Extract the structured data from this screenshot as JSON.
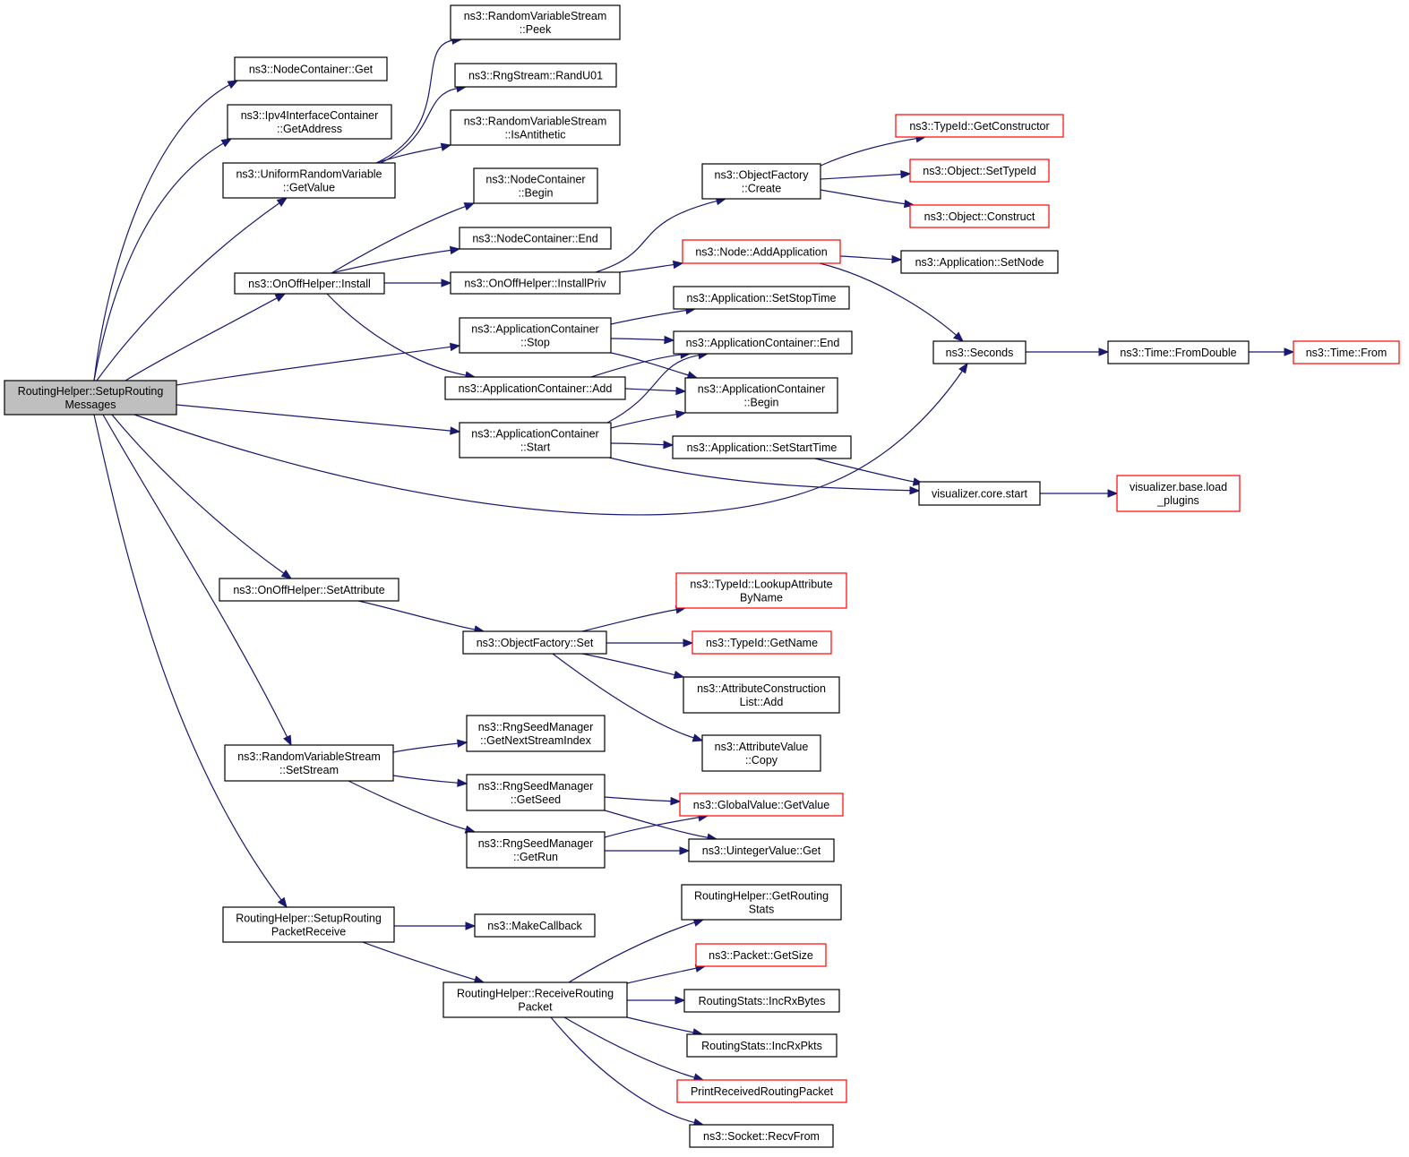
{
  "nodes": [
    {
      "id": "root",
      "lines": [
        "RoutingHelper::SetupRouting",
        "Messages"
      ],
      "style": "root"
    },
    {
      "id": "ncGet",
      "lines": [
        "ns3::NodeContainer::Get"
      ]
    },
    {
      "id": "ipv4GetAddress",
      "lines": [
        "ns3::Ipv4InterfaceContainer",
        "::GetAddress"
      ]
    },
    {
      "id": "uniformGetValue",
      "lines": [
        "ns3::UniformRandomVariable",
        "::GetValue"
      ]
    },
    {
      "id": "onoffInstall",
      "lines": [
        "ns3::OnOffHelper::Install"
      ]
    },
    {
      "id": "rvsPeek",
      "lines": [
        "ns3::RandomVariableStream",
        "::Peek"
      ]
    },
    {
      "id": "randU01",
      "lines": [
        "ns3::RngStream::RandU01"
      ]
    },
    {
      "id": "isAntithetic",
      "lines": [
        "ns3::RandomVariableStream",
        "::IsAntithetic"
      ]
    },
    {
      "id": "ncBegin",
      "lines": [
        "ns3::NodeContainer",
        "::Begin"
      ]
    },
    {
      "id": "ncEnd",
      "lines": [
        "ns3::NodeContainer::End"
      ]
    },
    {
      "id": "installPriv",
      "lines": [
        "ns3::OnOffHelper::InstallPriv"
      ]
    },
    {
      "id": "acStop",
      "lines": [
        "ns3::ApplicationContainer",
        "::Stop"
      ]
    },
    {
      "id": "acAdd",
      "lines": [
        "ns3::ApplicationContainer::Add"
      ]
    },
    {
      "id": "acStart",
      "lines": [
        "ns3::ApplicationContainer",
        "::Start"
      ]
    },
    {
      "id": "ofCreate",
      "lines": [
        "ns3::ObjectFactory",
        "::Create"
      ]
    },
    {
      "id": "addApplication",
      "lines": [
        "ns3::Node::AddApplication"
      ],
      "style": "red"
    },
    {
      "id": "setStopTime",
      "lines": [
        "ns3::Application::SetStopTime"
      ]
    },
    {
      "id": "acEnd",
      "lines": [
        "ns3::ApplicationContainer::End"
      ]
    },
    {
      "id": "acBegin",
      "lines": [
        "ns3::ApplicationContainer",
        "::Begin"
      ]
    },
    {
      "id": "setStartTime",
      "lines": [
        "ns3::Application::SetStartTime"
      ]
    },
    {
      "id": "getConstructor",
      "lines": [
        "ns3::TypeId::GetConstructor"
      ],
      "style": "red"
    },
    {
      "id": "setTypeId",
      "lines": [
        "ns3::Object::SetTypeId"
      ],
      "style": "red"
    },
    {
      "id": "construct",
      "lines": [
        "ns3::Object::Construct"
      ],
      "style": "red"
    },
    {
      "id": "setNode",
      "lines": [
        "ns3::Application::SetNode"
      ]
    },
    {
      "id": "seconds",
      "lines": [
        "ns3::Seconds"
      ]
    },
    {
      "id": "fromDouble",
      "lines": [
        "ns3::Time::FromDouble"
      ]
    },
    {
      "id": "timeFrom",
      "lines": [
        "ns3::Time::From"
      ],
      "style": "red"
    },
    {
      "id": "vizStart",
      "lines": [
        "visualizer.core.start"
      ]
    },
    {
      "id": "loadPlugins",
      "lines": [
        "visualizer.base.load",
        "_plugins"
      ],
      "style": "red"
    },
    {
      "id": "setAttribute",
      "lines": [
        "ns3::OnOffHelper::SetAttribute"
      ]
    },
    {
      "id": "ofSet",
      "lines": [
        "ns3::ObjectFactory::Set"
      ]
    },
    {
      "id": "lookupAttr",
      "lines": [
        "ns3::TypeId::LookupAttribute",
        "ByName"
      ],
      "style": "red"
    },
    {
      "id": "getName",
      "lines": [
        "ns3::TypeId::GetName"
      ],
      "style": "red"
    },
    {
      "id": "acListAdd",
      "lines": [
        "ns3::AttributeConstruction",
        "List::Add"
      ]
    },
    {
      "id": "avCopy",
      "lines": [
        "ns3::AttributeValue",
        "::Copy"
      ]
    },
    {
      "id": "setStream",
      "lines": [
        "ns3::RandomVariableStream",
        "::SetStream"
      ]
    },
    {
      "id": "getNextStreamIndex",
      "lines": [
        "ns3::RngSeedManager",
        "::GetNextStreamIndex"
      ]
    },
    {
      "id": "getSeed",
      "lines": [
        "ns3::RngSeedManager",
        "::GetSeed"
      ]
    },
    {
      "id": "getRun",
      "lines": [
        "ns3::RngSeedManager",
        "::GetRun"
      ]
    },
    {
      "id": "gvGetValue",
      "lines": [
        "ns3::GlobalValue::GetValue"
      ],
      "style": "red"
    },
    {
      "id": "uintGet",
      "lines": [
        "ns3::UintegerValue::Get"
      ]
    },
    {
      "id": "setupPacketReceive",
      "lines": [
        "RoutingHelper::SetupRouting",
        "PacketReceive"
      ]
    },
    {
      "id": "makeCallback",
      "lines": [
        "ns3::MakeCallback"
      ]
    },
    {
      "id": "receivePacket",
      "lines": [
        "RoutingHelper::ReceiveRouting",
        "Packet"
      ]
    },
    {
      "id": "getRoutingStats",
      "lines": [
        "RoutingHelper::GetRouting",
        "Stats"
      ]
    },
    {
      "id": "packetGetSize",
      "lines": [
        "ns3::Packet::GetSize"
      ],
      "style": "red"
    },
    {
      "id": "incRxBytes",
      "lines": [
        "RoutingStats::IncRxBytes"
      ]
    },
    {
      "id": "incRxPkts",
      "lines": [
        "RoutingStats::IncRxPkts"
      ]
    },
    {
      "id": "printReceived",
      "lines": [
        "PrintReceivedRoutingPacket"
      ],
      "style": "red"
    },
    {
      "id": "recvFrom",
      "lines": [
        "ns3::Socket::RecvFrom"
      ]
    }
  ],
  "edges": [
    {
      "from": "root",
      "to": "ncGet"
    },
    {
      "from": "root",
      "to": "ipv4GetAddress"
    },
    {
      "from": "root",
      "to": "uniformGetValue"
    },
    {
      "from": "root",
      "to": "onoffInstall"
    },
    {
      "from": "root",
      "to": "acStop"
    },
    {
      "from": "root",
      "to": "acStart"
    },
    {
      "from": "root",
      "to": "seconds"
    },
    {
      "from": "root",
      "to": "setAttribute"
    },
    {
      "from": "root",
      "to": "setStream"
    },
    {
      "from": "root",
      "to": "setupPacketReceive"
    },
    {
      "from": "uniformGetValue",
      "to": "rvsPeek"
    },
    {
      "from": "uniformGetValue",
      "to": "randU01"
    },
    {
      "from": "uniformGetValue",
      "to": "isAntithetic"
    },
    {
      "from": "onoffInstall",
      "to": "ncBegin"
    },
    {
      "from": "onoffInstall",
      "to": "ncEnd"
    },
    {
      "from": "onoffInstall",
      "to": "installPriv"
    },
    {
      "from": "onoffInstall",
      "to": "acAdd"
    },
    {
      "from": "installPriv",
      "to": "ofCreate"
    },
    {
      "from": "installPriv",
      "to": "addApplication"
    },
    {
      "from": "ofCreate",
      "to": "getConstructor"
    },
    {
      "from": "ofCreate",
      "to": "setTypeId"
    },
    {
      "from": "ofCreate",
      "to": "construct"
    },
    {
      "from": "addApplication",
      "to": "setNode"
    },
    {
      "from": "addApplication",
      "to": "seconds"
    },
    {
      "from": "acStop",
      "to": "setStopTime"
    },
    {
      "from": "acStop",
      "to": "acEnd"
    },
    {
      "from": "acStop",
      "to": "acBegin"
    },
    {
      "from": "acAdd",
      "to": "acEnd"
    },
    {
      "from": "acAdd",
      "to": "acBegin"
    },
    {
      "from": "acStart",
      "to": "acEnd"
    },
    {
      "from": "acStart",
      "to": "acBegin"
    },
    {
      "from": "acStart",
      "to": "setStartTime"
    },
    {
      "from": "acStart",
      "to": "vizStart"
    },
    {
      "from": "setStartTime",
      "to": "vizStart"
    },
    {
      "from": "seconds",
      "to": "fromDouble"
    },
    {
      "from": "fromDouble",
      "to": "timeFrom"
    },
    {
      "from": "vizStart",
      "to": "loadPlugins"
    },
    {
      "from": "setAttribute",
      "to": "ofSet"
    },
    {
      "from": "ofSet",
      "to": "lookupAttr"
    },
    {
      "from": "ofSet",
      "to": "getName"
    },
    {
      "from": "ofSet",
      "to": "acListAdd"
    },
    {
      "from": "ofSet",
      "to": "avCopy"
    },
    {
      "from": "setStream",
      "to": "getNextStreamIndex"
    },
    {
      "from": "setStream",
      "to": "getSeed"
    },
    {
      "from": "setStream",
      "to": "getRun"
    },
    {
      "from": "getSeed",
      "to": "gvGetValue"
    },
    {
      "from": "getSeed",
      "to": "uintGet"
    },
    {
      "from": "getRun",
      "to": "gvGetValue"
    },
    {
      "from": "getRun",
      "to": "uintGet"
    },
    {
      "from": "setupPacketReceive",
      "to": "makeCallback"
    },
    {
      "from": "setupPacketReceive",
      "to": "receivePacket"
    },
    {
      "from": "receivePacket",
      "to": "getRoutingStats"
    },
    {
      "from": "receivePacket",
      "to": "packetGetSize"
    },
    {
      "from": "receivePacket",
      "to": "incRxBytes"
    },
    {
      "from": "receivePacket",
      "to": "incRxPkts"
    },
    {
      "from": "receivePacket",
      "to": "printReceived"
    },
    {
      "from": "receivePacket",
      "to": "recvFrom"
    }
  ]
}
